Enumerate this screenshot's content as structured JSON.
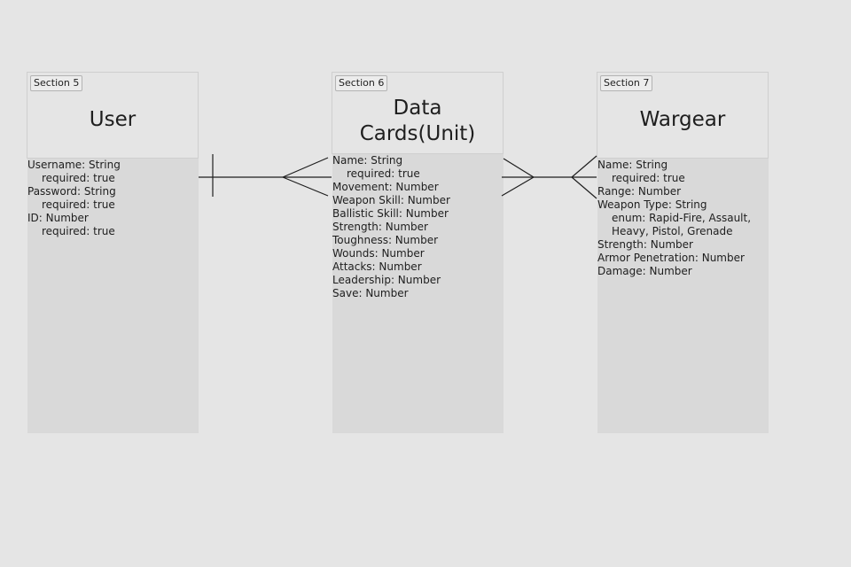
{
  "sections": [
    {
      "tag": "Section 5",
      "title": "User",
      "fields": [
        "Username: String",
        "required: true",
        "Password: String",
        "required: true",
        "ID: Number",
        "required: true"
      ]
    },
    {
      "tag": "Section 6",
      "title": "Data Cards(Unit)",
      "fields": [
        "Name: String",
        "required: true",
        "Movement: Number",
        "Weapon Skill: Number",
        "Ballistic Skill: Number",
        "Strength: Number",
        "Toughness: Number",
        "Wounds: Number",
        "Attacks: Number",
        "Leadership: Number",
        "Save: Number"
      ]
    },
    {
      "tag": "Section 7",
      "title": "Wargear",
      "fields": [
        "Name: String",
        "required: true",
        "Range: Number",
        "Weapon Type: String",
        "enum: Rapid-Fire, Assault, Heavy, Pistol, Grenade",
        "Strength: Number",
        "Armor Penetration: Number",
        "Damage: Number"
      ]
    }
  ],
  "relationships": [
    {
      "from": "User",
      "to": "Data Cards(Unit)",
      "from_cardinality": "one",
      "to_cardinality": "many"
    },
    {
      "from": "Data Cards(Unit)",
      "to": "Wargear",
      "from_cardinality": "many",
      "to_cardinality": "many"
    }
  ]
}
